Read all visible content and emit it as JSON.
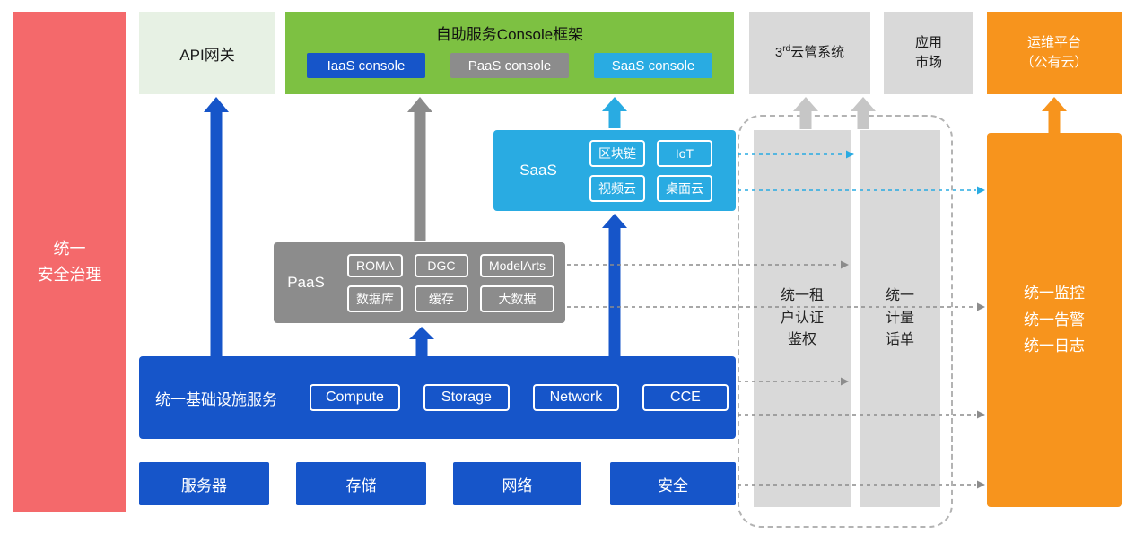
{
  "colors": {
    "red": "#F4696B",
    "pale_green": "#E7F1E4",
    "green": "#7DC142",
    "blue": "#1655C9",
    "gray": "#8C8C8C",
    "light_gray": "#D9D9D9",
    "cyan": "#29ABE2",
    "orange": "#F7941D"
  },
  "security_bar": {
    "label": "统一\n安全治理"
  },
  "top_row": {
    "api_gateway": {
      "label": "API网关"
    },
    "console_frame": {
      "title": "自助服务Console框架",
      "buttons": [
        {
          "label": "IaaS console"
        },
        {
          "label": "PaaS console"
        },
        {
          "label": "SaaS console"
        }
      ]
    },
    "third_party_cloud": {
      "base": "3",
      "sup": "rd",
      "rest": "云管系统"
    },
    "app_market": {
      "label": "应用\n市场"
    },
    "ops_platform": {
      "label": "运维平台\n（公有云）"
    }
  },
  "saas": {
    "label": "SaaS",
    "chips": [
      "区块链",
      "IoT",
      "视频云",
      "桌面云"
    ]
  },
  "paas": {
    "label": "PaaS",
    "chips": [
      "ROMA",
      "DGC",
      "ModelArts",
      "数据库",
      "缓存",
      "大数据"
    ]
  },
  "infrastructure": {
    "label": "统一基础设施服务",
    "chips": [
      "Compute",
      "Storage",
      "Network",
      "CCE"
    ]
  },
  "hardware_row": [
    {
      "label": "服务器"
    },
    {
      "label": "存储"
    },
    {
      "label": "网络"
    },
    {
      "label": "安全"
    }
  ],
  "middleware_columns": [
    {
      "label": "统一租\n户认证\n鉴权"
    },
    {
      "label": "统一\n计量\n话单"
    }
  ],
  "ops_monitor": {
    "label": "统一监控\n统一告警\n统一日志"
  }
}
